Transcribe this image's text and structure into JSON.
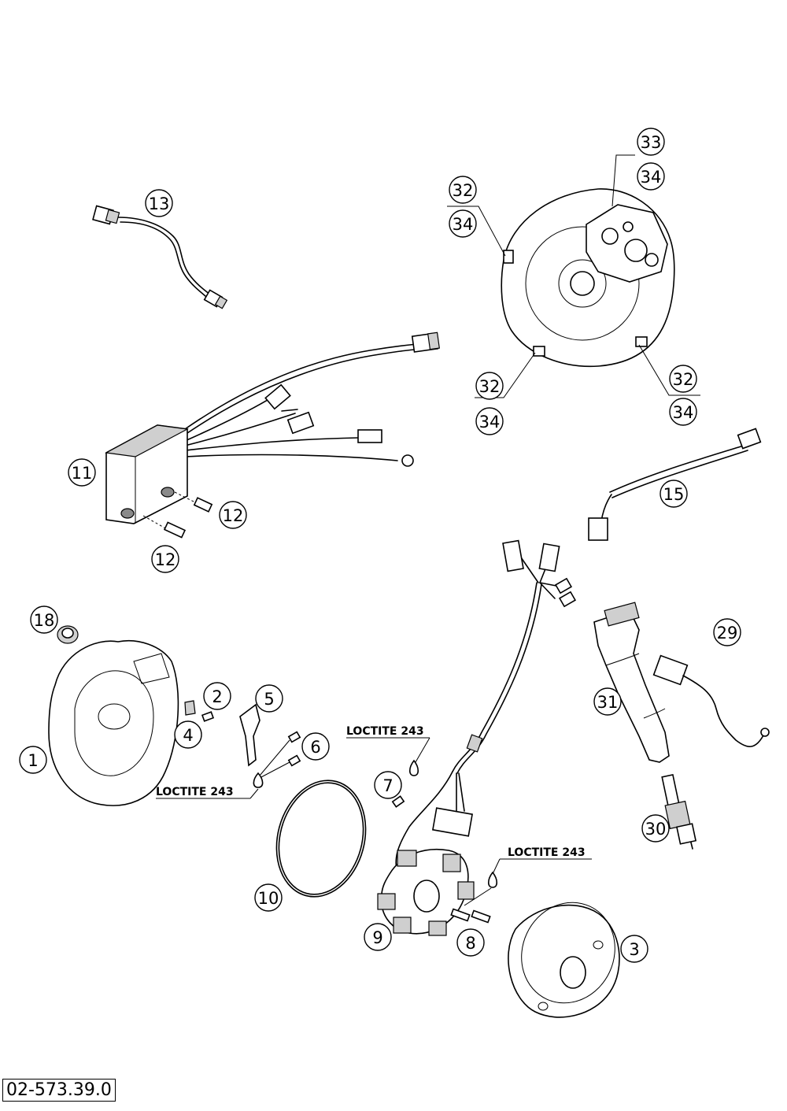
{
  "document": {
    "code": "02-573.39.0"
  },
  "parts": {
    "p1": "1",
    "p2": "2",
    "p3": "3",
    "p4": "4",
    "p5": "5",
    "p6": "6",
    "p7": "7",
    "p8": "8",
    "p9": "9",
    "p10": "10",
    "p11": "11",
    "p12": "12",
    "p13": "13",
    "p15": "15",
    "p18": "18",
    "p29": "29",
    "p30": "30",
    "p31": "31",
    "p32": "32",
    "p33": "33",
    "p34": "34"
  },
  "annotations": {
    "loctite": "LOCTITE 243"
  }
}
